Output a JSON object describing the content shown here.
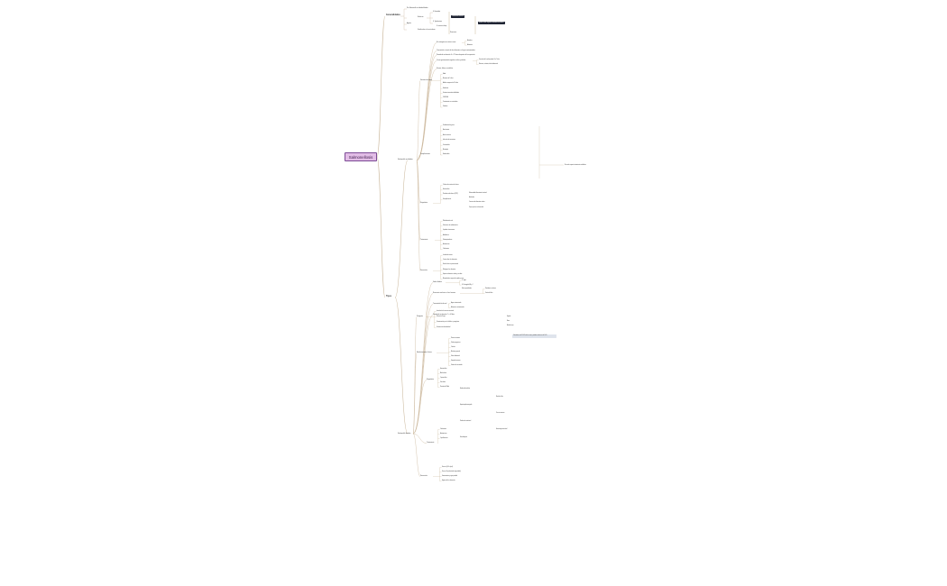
{
  "root": {
    "label": "Salmonellosis"
  },
  "colors": {
    "root_fill": "#e2bde6",
    "root_border": "#7b4a95",
    "connector": "#cbb89c",
    "text": "#333333"
  },
  "topics": [
    {
      "label": "Generalidades"
    },
    {
      "label": "Tipos"
    }
  ],
  "upper": {
    "items": [
      "Por Salmonella no tifoidea/tifoidea",
      "Entéricos",
      "S. Enteritidis",
      "S. Typhimurium",
      "Agente",
      "Salmonella enterica",
      "S. enterica subsp.",
      "Reservorio",
      "Distribución en la naturaleza",
      "Excreción por heces",
      "S. bongori",
      "2 especies",
      "Bacilo Gram negativo anaerobio facultativo"
    ]
  },
  "tipos": {
    "no_tifoidea": {
      "label": "Salmonella no tifoidea",
      "items": [
        "Es contagiosa en ciertos casos",
        "Animales",
        "Alimentos",
        "Transmisión a través de los alimentos o el agua contaminados",
        "Periodo de incubación: 6 a 72 horas después de la exposición",
        "Causa gastroenteritis aguda en niños y adultos",
        "Duración de la enfermedad: 4 a 7 días",
        "Náuseas, vómitos, dolor abdominal",
        "Diarrea, fiebre, escalofríos",
        "Factores de riesgo",
        "Edad",
        "Menores de 5 años",
        "Adultos mayores de 65 años",
        "Embarazo",
        "Sistema inmunitario debilitado",
        "VIH/SIDA",
        "Tratamiento con corticoides",
        "Diabetes",
        "Enfermedad inflamatoria intestinal",
        "Antiácidos",
        "Consumo de alimentos crudos",
        "Viaje a países en desarrollo",
        "Complicaciones",
        "Deshidratación grave",
        "Bacteriemia",
        "Artritis reactiva",
        "Infección de aneurisma",
        "Osteomielitis",
        "Meningitis",
        "Endocarditis",
        "Diagnóstico",
        "Cultivo de muestras de heces",
        "Hemocultivo",
        "Pruebas moleculares (PCR)",
        "Serotipificación",
        "Tratamiento",
        "Rehidratación oral",
        "Soluciones de rehidratación",
        "Líquidos intravenosos",
        "Antibióticos",
        "Fluoroquinolonas",
        "Azitromicina",
        "Ceftriaxona",
        "Prevención",
        "Lavado de manos",
        "Cocinar bien los alimentos",
        "Evitar leche no pasteurizada",
        "Refrigerar los alimentos",
        "Separar alimentos crudos y cocidos",
        "Manipulación segura de reptiles y aves"
      ],
      "note": "No suele requerir tratamiento antibiótico"
    },
    "tifoidea": {
      "label": "Salmonella tifoidea",
      "items": [
        "Fiebre tifoidea",
        "Fiebre paratifoidea",
        "S. Typhi",
        "S. Paratyphi A, B y C",
        "Reservorio exclusivo: el ser humano",
        "Portadores crónicos",
        "Vesícula biliar",
        "Transmisión fecal-oral",
        "Agua contaminada",
        "Alimentos contaminados",
        "Periodo de incubación: 7 a 14 días",
        "Patogenia",
        "Invasión de la mucosa intestinal",
        "Placas de Peyer",
        "Diseminación por vía linfática y sanguínea",
        "Sistema reticuloendotelial",
        "Hígado",
        "Bazo",
        "Médula ósea",
        "Manifestaciones clínicas",
        "Primera semana",
        "Fiebre progresiva",
        "Cefalea",
        "Malestar general",
        "Dolor abdominal",
        "Segunda semana",
        "Fiebre alta sostenida",
        "Bradicardia relativa",
        "Roséola tífica",
        "Hepatoesplenomegalia",
        "Tercera semana",
        "Perforación intestinal",
        "Hemorragia intestinal",
        "Encefalopatía",
        "Diagnóstico",
        "Hemocultivo",
        "Mielocultivo",
        "Coprocultivo",
        "Urocultivo",
        "Prueba de Widal",
        "Tratamiento",
        "Ceftriaxona",
        "Azitromicina",
        "Ciprofloxacino",
        "Prevención",
        "Vacuna Ty21a (oral)",
        "Vacuna Vi polisacárida (inyectable)",
        "Saneamiento y agua potable",
        "Higiene de los alimentos"
      ],
      "note_box": "Recaídas en el 5-10% de los casos; portador crónico en el 1-4%"
    }
  }
}
